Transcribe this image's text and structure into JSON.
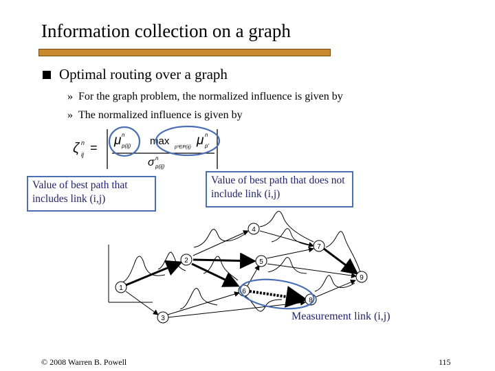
{
  "slide": {
    "title": "Information collection on a graph",
    "bullet": "Optimal routing over a graph",
    "sub_bullets": [
      "For the graph problem, the normalized influence is given by",
      "The normalized influence is given by"
    ],
    "sub_marker": "»",
    "callout_left": "Value of best path that includes link (i,j)",
    "callout_right": "Value of best path that does not include link (i,j)",
    "measurement_label": "Measurement link (i,j)",
    "footer": "© 2008 Warren B. Powell",
    "page_number": "115"
  },
  "formula": {
    "lhs": "ζ",
    "lhs_super": "n",
    "lhs_sub": "ij",
    "equals": "=",
    "mu": "μ",
    "n": "n",
    "p_ij": "p(ij)",
    "max": "max",
    "max_sub": "p'∈P(ij)",
    "p_prime": "p'",
    "sigma": "σ",
    "sigma_sub": "p(ij)"
  },
  "graph": {
    "nodes": [
      "1",
      "2",
      "3",
      "4",
      "5",
      "6",
      "7",
      "8",
      "9"
    ]
  },
  "colors": {
    "accent_rule": "#c98a2e",
    "highlight": "#4a6fb5",
    "callout_text": "#1f1f6b"
  }
}
